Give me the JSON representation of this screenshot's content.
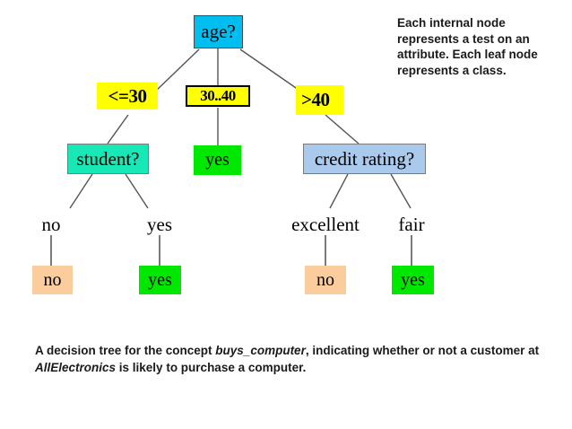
{
  "diagram": {
    "type": "decision-tree",
    "root": {
      "label": "age?",
      "kind": "internal-node",
      "color": "#00BFF0"
    },
    "branches": [
      {
        "label": "<=30",
        "color": "#FFFF00",
        "bordered": false
      },
      {
        "label": "30..40",
        "color": "#FFFF00",
        "bordered": true
      },
      {
        "label": ">40",
        "color": "#FFFF00",
        "bordered": false
      }
    ],
    "level2": [
      {
        "label": "student?",
        "kind": "internal-node",
        "color": "#18E7B6"
      },
      {
        "label": "yes",
        "kind": "leaf",
        "color": "#00E800"
      },
      {
        "label": "credit rating?",
        "kind": "internal-node",
        "color": "#A9C9ED"
      }
    ],
    "edge_labels": [
      {
        "label": "no"
      },
      {
        "label": "yes"
      },
      {
        "label": "excellent"
      },
      {
        "label": "fair"
      }
    ],
    "leaves": [
      {
        "label": "no",
        "color": "#FBCC9C"
      },
      {
        "label": "yes",
        "color": "#00E800"
      },
      {
        "label": "no",
        "color": "#FBCC9C"
      },
      {
        "label": "yes",
        "color": "#00E800"
      }
    ]
  },
  "annotation": {
    "line1": "Each internal node",
    "line2": "represents a test on an",
    "line3": "attribute. Each leaf node",
    "line4": "represents a class."
  },
  "caption": {
    "part1": "A decision tree for the concept ",
    "italic1": "buys_computer",
    "part2": ", indicating whether or not a customer at ",
    "italic2": "AllElectronics",
    "part3": " is likely to purchase a computer."
  }
}
